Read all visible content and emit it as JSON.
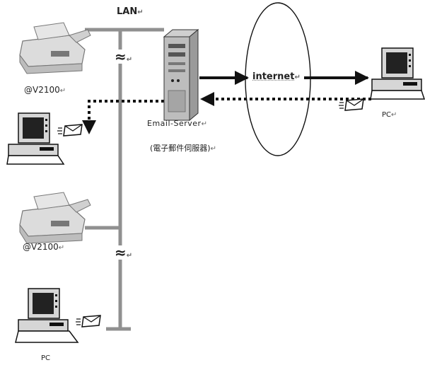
{
  "labels": {
    "lan": "LAN",
    "internet": "internet",
    "scanner_top": "@V2100",
    "scanner_bottom": "@V2100",
    "server_name": "Email-Server",
    "server_sub": "(電子郵件伺服器)",
    "pc_right": "PC",
    "pc_bottom": "PC",
    "break_mark_1": "≈",
    "break_mark_2": "≈"
  },
  "colors": {
    "line": "#909090",
    "ink": "#111111"
  },
  "icons": [
    "scanner-icon",
    "pc-icon",
    "server-icon",
    "email-envelope-icon"
  ]
}
